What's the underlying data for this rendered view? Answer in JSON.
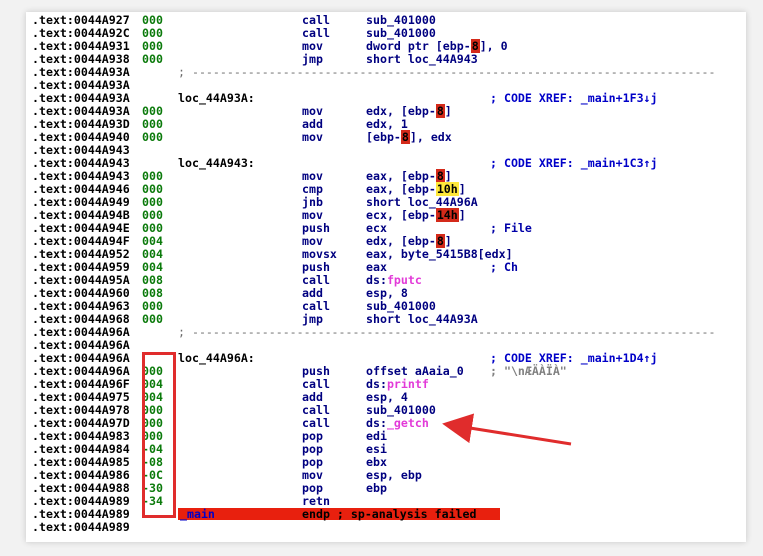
{
  "listing": [
    {
      "addr": ".text:0044A927",
      "sp": "000",
      "mnem": "call",
      "oper": "sub_401000"
    },
    {
      "addr": ".text:0044A92C",
      "sp": "000",
      "mnem": "call",
      "oper": "sub_401000"
    },
    {
      "addr": ".text:0044A931",
      "sp": "000",
      "mnem": "mov",
      "op_pre": "dword ptr [ebp-",
      "op_hl": "8",
      "op_post": "], 0"
    },
    {
      "addr": ".text:0044A938",
      "sp": "000",
      "mnem": "jmp",
      "oper": "short loc_44A943"
    },
    {
      "addr": ".text:0044A93A",
      "sep": true
    },
    {
      "addr": ".text:0044A93A"
    },
    {
      "addr": ".text:0044A93A",
      "label": "loc_44A93A:",
      "xref": "; CODE XREF: _main+1F3↓j"
    },
    {
      "addr": ".text:0044A93A",
      "sp": "000",
      "mnem": "mov",
      "op_pre": "edx, [ebp-",
      "op_hl": "8",
      "op_post": "]"
    },
    {
      "addr": ".text:0044A93D",
      "sp": "000",
      "mnem": "add",
      "oper": "edx, 1"
    },
    {
      "addr": ".text:0044A940",
      "sp": "000",
      "mnem": "mov",
      "op_pre": "[ebp-",
      "op_hl": "8",
      "op_post": "], edx"
    },
    {
      "addr": ".text:0044A943"
    },
    {
      "addr": ".text:0044A943",
      "label": "loc_44A943:",
      "xref": "; CODE XREF: _main+1C3↑j"
    },
    {
      "addr": ".text:0044A943",
      "sp": "000",
      "mnem": "mov",
      "op_pre": "eax, [ebp-",
      "op_hl": "8",
      "op_post": "]"
    },
    {
      "addr": ".text:0044A946",
      "sp": "000",
      "mnem": "cmp",
      "op_pre": "eax, [ebp-",
      "op_hl": "10h",
      "hl_color": "yellow",
      "op_post": "]"
    },
    {
      "addr": ".text:0044A949",
      "sp": "000",
      "mnem": "jnb",
      "oper": "short loc_44A96A"
    },
    {
      "addr": ".text:0044A94B",
      "sp": "000",
      "mnem": "mov",
      "op_pre": "ecx, [ebp-",
      "op_hl": "14h",
      "op_post": "]"
    },
    {
      "addr": ".text:0044A94E",
      "sp": "000",
      "mnem": "push",
      "oper": "ecx",
      "cmt": "; File"
    },
    {
      "addr": ".text:0044A94F",
      "sp": "004",
      "mnem": "mov",
      "op_pre": "edx, [ebp-",
      "op_hl": "8",
      "op_post": "]"
    },
    {
      "addr": ".text:0044A952",
      "sp": "004",
      "mnem": "movsx",
      "oper": "eax, byte_5415B8[edx]"
    },
    {
      "addr": ".text:0044A959",
      "sp": "004",
      "mnem": "push",
      "oper": "eax",
      "cmt": "; Ch"
    },
    {
      "addr": ".text:0044A95A",
      "sp": "008",
      "mnem": "call",
      "op_pre": "ds:",
      "op_fn": "fputc"
    },
    {
      "addr": ".text:0044A960",
      "sp": "008",
      "mnem": "add",
      "oper": "esp, 8"
    },
    {
      "addr": ".text:0044A963",
      "sp": "000",
      "mnem": "call",
      "oper": "sub_401000"
    },
    {
      "addr": ".text:0044A968",
      "sp": "000",
      "mnem": "jmp",
      "oper": "short loc_44A93A"
    },
    {
      "addr": ".text:0044A96A",
      "sep": true
    },
    {
      "addr": ".text:0044A96A"
    },
    {
      "addr": ".text:0044A96A",
      "label": "loc_44A96A:",
      "xref": "; CODE XREF: _main+1D4↑j"
    },
    {
      "addr": ".text:0044A96A",
      "sp": "000",
      "mnem": "push",
      "oper": "offset aAaia_0",
      "cmt": "; \"\\nÆÄÀÏÀ\"",
      "cmt_str": true
    },
    {
      "addr": ".text:0044A96F",
      "sp": "004",
      "mnem": "call",
      "op_pre": "ds:",
      "op_fn": "printf"
    },
    {
      "addr": ".text:0044A975",
      "sp": "004",
      "mnem": "add",
      "oper": "esp, 4"
    },
    {
      "addr": ".text:0044A978",
      "sp": "000",
      "mnem": "call",
      "oper": "sub_401000"
    },
    {
      "addr": ".text:0044A97D",
      "sp": "000",
      "mnem": "call",
      "op_pre": "ds:",
      "op_fn": "_getch"
    },
    {
      "addr": ".text:0044A983",
      "sp": "000",
      "mnem": "pop",
      "oper": "edi"
    },
    {
      "addr": ".text:0044A984",
      "sp": "-04",
      "mnem": "pop",
      "oper": "esi"
    },
    {
      "addr": ".text:0044A985",
      "sp": "-08",
      "mnem": "pop",
      "oper": "ebx"
    },
    {
      "addr": ".text:0044A986",
      "sp": "-0C",
      "mnem": "mov",
      "oper": "esp, ebp"
    },
    {
      "addr": ".text:0044A988",
      "sp": "-30",
      "mnem": "pop",
      "oper": "ebp"
    },
    {
      "addr": ".text:0044A989",
      "sp": "-34",
      "mnem": "retn"
    },
    {
      "addr": ".text:0044A989",
      "endp": true,
      "endp_name": "_main",
      "endp_text": "endp ; sp-analysis failed"
    },
    {
      "addr": ".text:0044A989"
    }
  ],
  "separator_text": "; ---------------------------------------------------------------------------",
  "colors": {
    "highlight_red": "#d42a1a",
    "highlight_yellow": "#ffe83a",
    "function_pink": "#e23ad8",
    "sp_green": "#0b7a0b",
    "annotation_red": "#e02c2c"
  }
}
